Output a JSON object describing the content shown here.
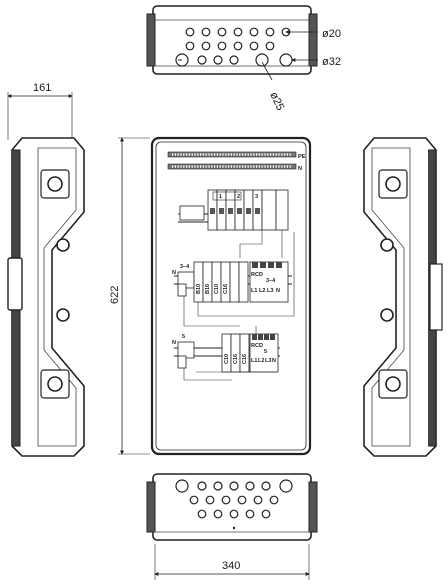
{
  "dimensions": {
    "depth": "161",
    "height": "622",
    "width": "340",
    "hole_small": "ø20",
    "hole_large": "ø32",
    "hole_mid": "ø25"
  },
  "busbars": {
    "pe": "PE",
    "n": "N"
  },
  "groups": {
    "row1_numbers": [
      "1",
      "2",
      "3"
    ],
    "row2_label": "3–4",
    "row3_label": "5",
    "rcd_label": "RCD",
    "rcd_row2_sub": "3–4",
    "rcd_row3_sub": "5",
    "n_marker": "N",
    "terminals": [
      "L1",
      "L2",
      "L3",
      "N"
    ],
    "breaker_codes": [
      "B10",
      "B16",
      "C10",
      "C16"
    ]
  }
}
